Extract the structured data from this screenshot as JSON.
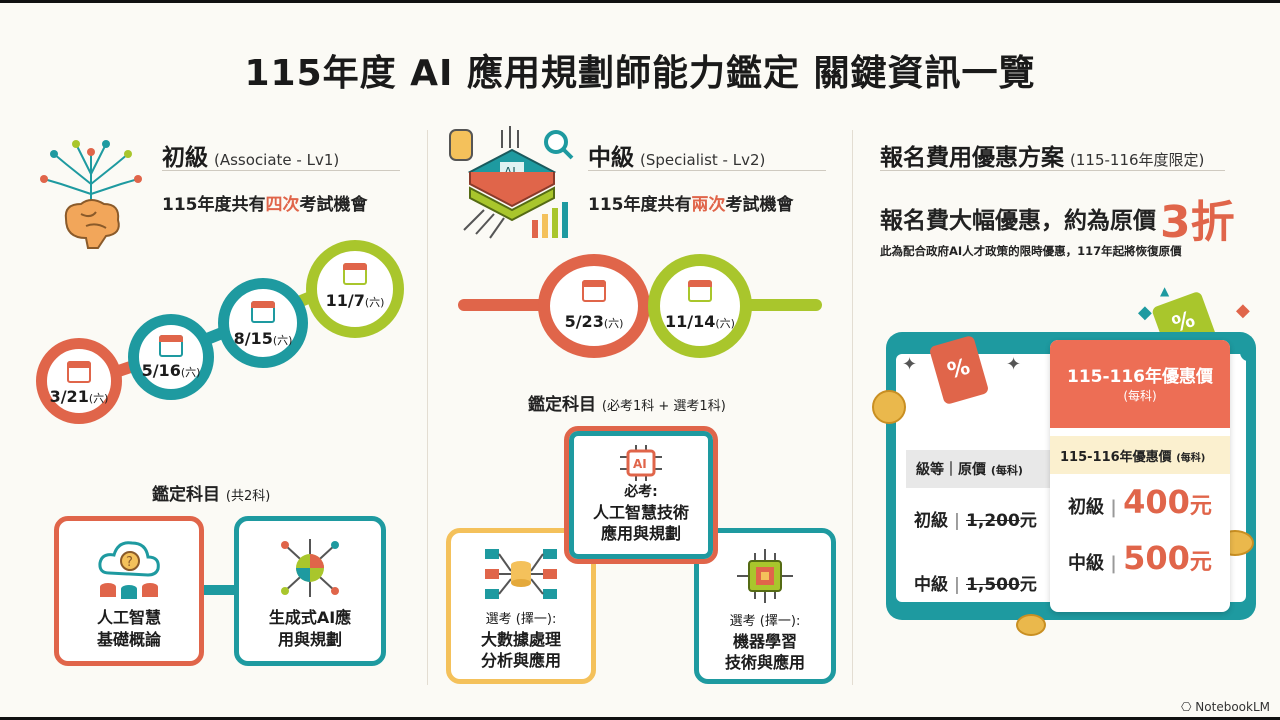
{
  "title": "115年度 AI 應用規劃師能力鑑定 關鍵資訊一覽",
  "associate": {
    "name": "初級",
    "tag": "(Associate - Lv1)",
    "sub_pre": "115年度共有",
    "sub_hl": "四次",
    "sub_post": "考試機會",
    "dates": [
      {
        "date": "3/21",
        "day": "(六)"
      },
      {
        "date": "5/16",
        "day": "(六)"
      },
      {
        "date": "8/15",
        "day": "(六)"
      },
      {
        "date": "11/7",
        "day": "(六)"
      }
    ],
    "subjects_label": "鑑定科目",
    "subjects_count": "(共2科)",
    "subject1_l1": "人工智慧",
    "subject1_l2": "基礎概論",
    "subject2_l1": "生成式AI應",
    "subject2_l2": "用與規劃"
  },
  "specialist": {
    "name": "中級",
    "tag": "(Specialist - Lv2)",
    "sub_pre": "115年度共有",
    "sub_hl": "兩次",
    "sub_post": "考試機會",
    "dates": [
      {
        "date": "5/23",
        "day": "(六)"
      },
      {
        "date": "11/14",
        "day": "(六)"
      }
    ],
    "subjects_label": "鑑定科目",
    "subjects_note": "(必考1科 + 選考1科)",
    "required_l1": "必考:",
    "required_l2": "人工智慧技術",
    "required_l3": "應用與規劃",
    "elective1_l1": "選考 (擇一):",
    "elective1_l2": "大數據處理",
    "elective1_l3": "分析與應用",
    "elective2_l1": "選考 (擇一):",
    "elective2_l2": "機器學習",
    "elective2_l3": "技術與應用",
    "ai_chip": "AI"
  },
  "fees": {
    "header": "報名費用優惠方案",
    "header_note": "(115-116年度限定)",
    "headline": "報名費大幅優惠，約為原價",
    "discount": "3折",
    "note": "此為配合政府AI人才政策的限時優惠，117年起將恢復原價",
    "promo_title": "115-116年優惠價",
    "promo_sub": "(每科)",
    "col1_head": "級等｜原價",
    "col1_head_small": "(每科)",
    "col2_head": "115-116年優惠價",
    "col2_head_small": "(每科)",
    "row1_level": "初級",
    "row1_orig": "1,200",
    "row1_new_level": "初級",
    "row1_new": "400",
    "row2_level": "中級",
    "row2_orig": "1,500",
    "row2_new_level": "中級",
    "row2_new": "500",
    "currency": "元",
    "tag_symbol": "%"
  },
  "footer": "NotebookLM",
  "colors": {
    "coral": "#e0654a",
    "teal": "#1e9aa0",
    "lime": "#a9c62c",
    "cream": "#fbf0cf"
  }
}
